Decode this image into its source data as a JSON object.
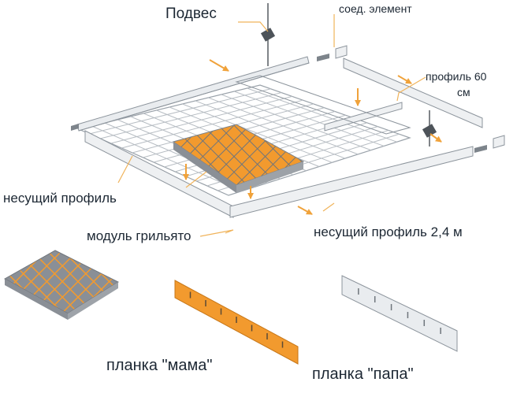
{
  "labels": {
    "hanger": "Подвес",
    "connector": "соед. элемент",
    "profile_60_line1": "профиль 60",
    "profile_60_line2": "см",
    "main_profile": "несущий профиль",
    "grilyato_module": "модуль грильято",
    "main_profile_24": "несущий профиль 2,4 м",
    "strip_female": "планка \"мама\"",
    "strip_male": "планка \"папа\""
  },
  "colors": {
    "accent_orange": "#f29a2e",
    "cell_gray": "#8a8f96",
    "profile_fill": "#e9ecef",
    "profile_stroke": "#8c949c",
    "grid_line": "#b7bdc3",
    "arrow": "#f0a23a",
    "leader_line": "#f0b35a",
    "text": "#1c2733"
  },
  "icons": {
    "pointer_arrows": "orange-arrow-icon",
    "hanger": "hanger-rod-icon"
  }
}
